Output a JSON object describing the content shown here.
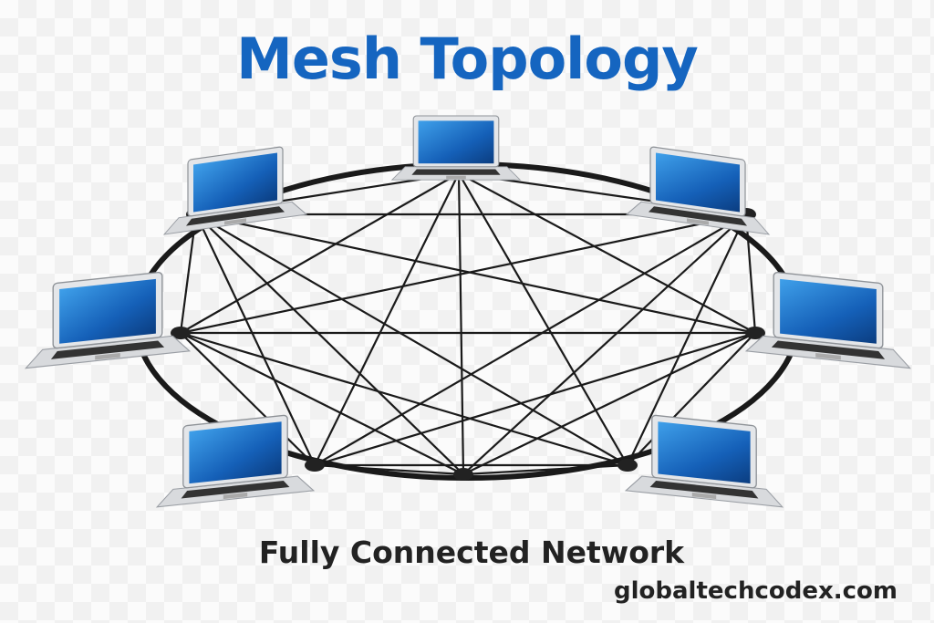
{
  "title": "Mesh Topology",
  "subtitle": "Fully Connected Network",
  "watermark": "globaltechcodex.com",
  "colors": {
    "title": "#1565c0",
    "screen": "#1e73c8",
    "cable": "#1a1a1a"
  },
  "nodes": [
    {
      "name": "laptop-top",
      "icon": "laptop-icon"
    },
    {
      "name": "laptop-top-left",
      "icon": "laptop-icon"
    },
    {
      "name": "laptop-top-right",
      "icon": "laptop-icon"
    },
    {
      "name": "laptop-left",
      "icon": "laptop-icon"
    },
    {
      "name": "laptop-right",
      "icon": "laptop-icon"
    },
    {
      "name": "laptop-bottom-left",
      "icon": "laptop-icon"
    },
    {
      "name": "laptop-bottom-right",
      "icon": "laptop-icon"
    }
  ]
}
